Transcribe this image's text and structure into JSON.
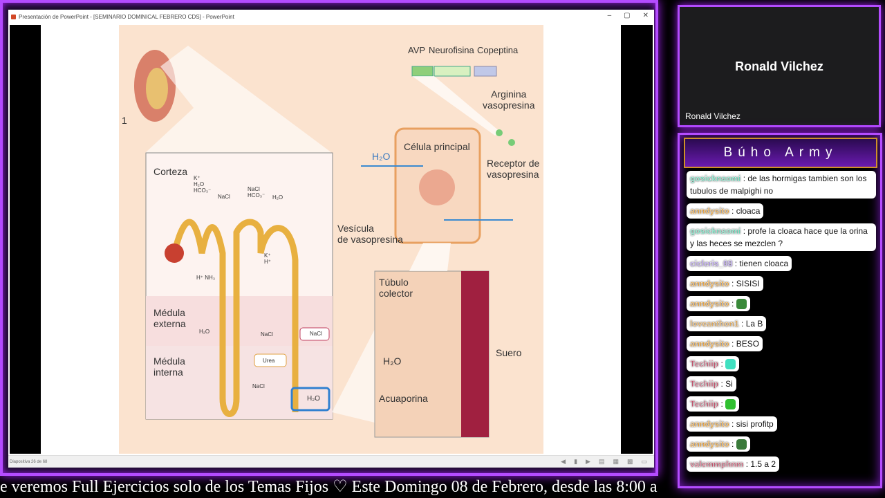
{
  "window": {
    "title": "Presentación de PowerPoint - [SEMINARIO DOMINICAL FEBRERO CDS] - PowerPoint",
    "min": "–",
    "max": "▢",
    "close": "✕"
  },
  "status": {
    "slide": "Diapositiva 26 de 68"
  },
  "slide": {
    "number": "1",
    "corteza": "Corteza",
    "medula_externa": "Médula\nexterna",
    "medula_interna": "Médula\ninterna",
    "k_h2o_hco3": "K⁺\nH₂O\nHCO₃⁻",
    "nacl1": "NaCl",
    "nacl_hco3": "NaCl\nHCO₃⁻",
    "h2o1": "H₂O",
    "k_h": "K⁺\nH⁺",
    "h_nh3": "H⁺  NH₃",
    "h2o2": "H₂O",
    "nacl2": "NaCl",
    "nacl_box": "NaCl",
    "urea": "Urea",
    "nacl3": "NaCl",
    "h2o_box": "H₂O",
    "avp": "AVP",
    "neurofisina": "Neurofisina",
    "copeptina": "Copeptina",
    "arginina": "Arginina\nvasopresina",
    "celula": "Célula principal",
    "receptor": "Receptor de\nvasopresina",
    "h2o3": "H₂O",
    "vesicula": "Vesícula\nde vasopresina",
    "tubulo": "Túbulo\ncolector",
    "h2o4": "H₂O",
    "acuaporina": "Acuaporina",
    "suero": "Suero"
  },
  "webcam": {
    "name": "Ronald Vilchez",
    "label": "Ronald Vilchez"
  },
  "chat": {
    "title": "Búho Army",
    "messages": [
      {
        "user": "gosicknaomi",
        "color": "#5fd1b0",
        "text": "de las hormigas tambien son los tubulos de malpighi no"
      },
      {
        "user": "anndysito",
        "color": "#e0962a",
        "text": "cloaca"
      },
      {
        "user": "gosicknaomi",
        "color": "#5fd1b0",
        "text": "profe la cloaca hace que la orina y las heces se mezclen ?"
      },
      {
        "user": "cicleris_08",
        "color": "#a58be0",
        "text": "tienen cloaca"
      },
      {
        "user": "anndysito",
        "color": "#e0962a",
        "text": "SISISI"
      },
      {
        "user": "anndysito",
        "color": "#e0962a",
        "text": "",
        "emote": "#3a8a3a"
      },
      {
        "user": "loveanthon1",
        "color": "#d8a050",
        "text": "La B"
      },
      {
        "user": "anndysito",
        "color": "#e0962a",
        "text": "BESO"
      },
      {
        "user": "Techiip",
        "color": "#c0506a",
        "text": "",
        "emote": "#40e0c0"
      },
      {
        "user": "Techiip",
        "color": "#c0506a",
        "text": "Si"
      },
      {
        "user": "Techiip",
        "color": "#c0506a",
        "text": "",
        "emote": "#30c030"
      },
      {
        "user": "anndysito",
        "color": "#e0962a",
        "text": "sisi profitp"
      },
      {
        "user": "anndysito",
        "color": "#e0962a",
        "text": "",
        "emote": "#3a7a3a"
      },
      {
        "user": "valemmphnm",
        "color": "#c0506a",
        "text": "1.5 a 2"
      }
    ]
  },
  "ticker": {
    "text": "e veremos Full Ejercicios solo de los Temas Fijos ♡  Este Domingo 08 de Febrero, desde las 8:00 a"
  }
}
